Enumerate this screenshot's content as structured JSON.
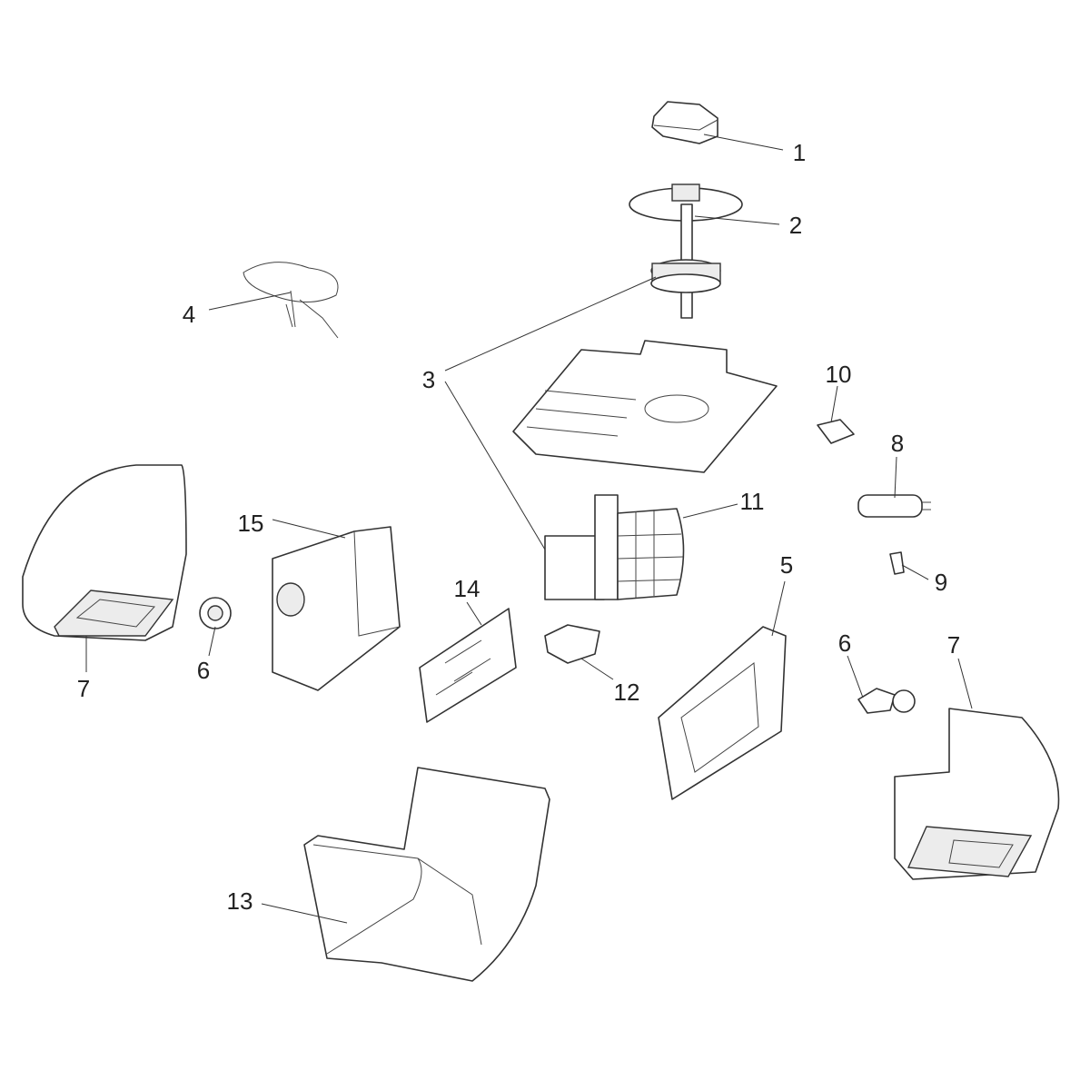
{
  "diagram": {
    "labels": {
      "l1": "1",
      "l2": "2",
      "l3": "3",
      "l4": "4",
      "l5": "5",
      "l6a": "6",
      "l6b": "6",
      "l7a": "7",
      "l7b": "7",
      "l8": "8",
      "l9": "9",
      "l10": "10",
      "l11": "11",
      "l12": "12",
      "l13": "13",
      "l14": "14",
      "l15": "15"
    }
  }
}
